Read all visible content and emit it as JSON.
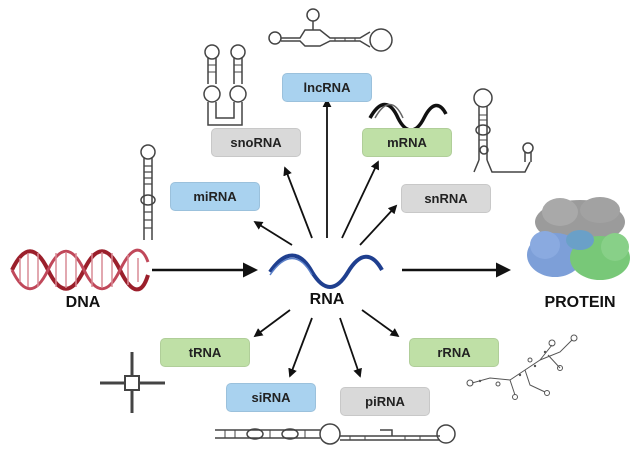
{
  "labels": {
    "dna": "DNA",
    "rna": "RNA",
    "protein": "PROTEIN"
  },
  "rna_types": {
    "lncrna": "lncRNA",
    "snorna": "snoRNA",
    "mrna": "mRNA",
    "mirna": "miRNA",
    "snrna": "snRNA",
    "trna": "tRNA",
    "rrna": "rRNA",
    "sirna": "siRNA",
    "pirna": "piRNA"
  },
  "colors": {
    "blue_box": "#a9d2ef",
    "green_box": "#bfe0a6",
    "gray_box": "#d9d9d9",
    "dna_helix": "#9b1f2b",
    "rna_helix": "#1f3f8f",
    "arrow": "#111111",
    "protein_blue": "#7d9fd8",
    "protein_green": "#78c878",
    "protein_gray": "#9b9b9b"
  }
}
